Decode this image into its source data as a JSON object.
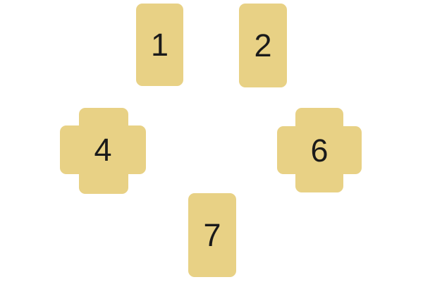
{
  "colors": {
    "background": "#ffffff",
    "card_fill": "#e8d185",
    "number_text": "#1a1a1a"
  },
  "spread": {
    "positions": [
      {
        "label": "1",
        "type": "vertical"
      },
      {
        "label": "2",
        "type": "vertical"
      },
      {
        "label": "4",
        "type": "crossed"
      },
      {
        "label": "6",
        "type": "crossed"
      },
      {
        "label": "7",
        "type": "vertical"
      }
    ]
  }
}
